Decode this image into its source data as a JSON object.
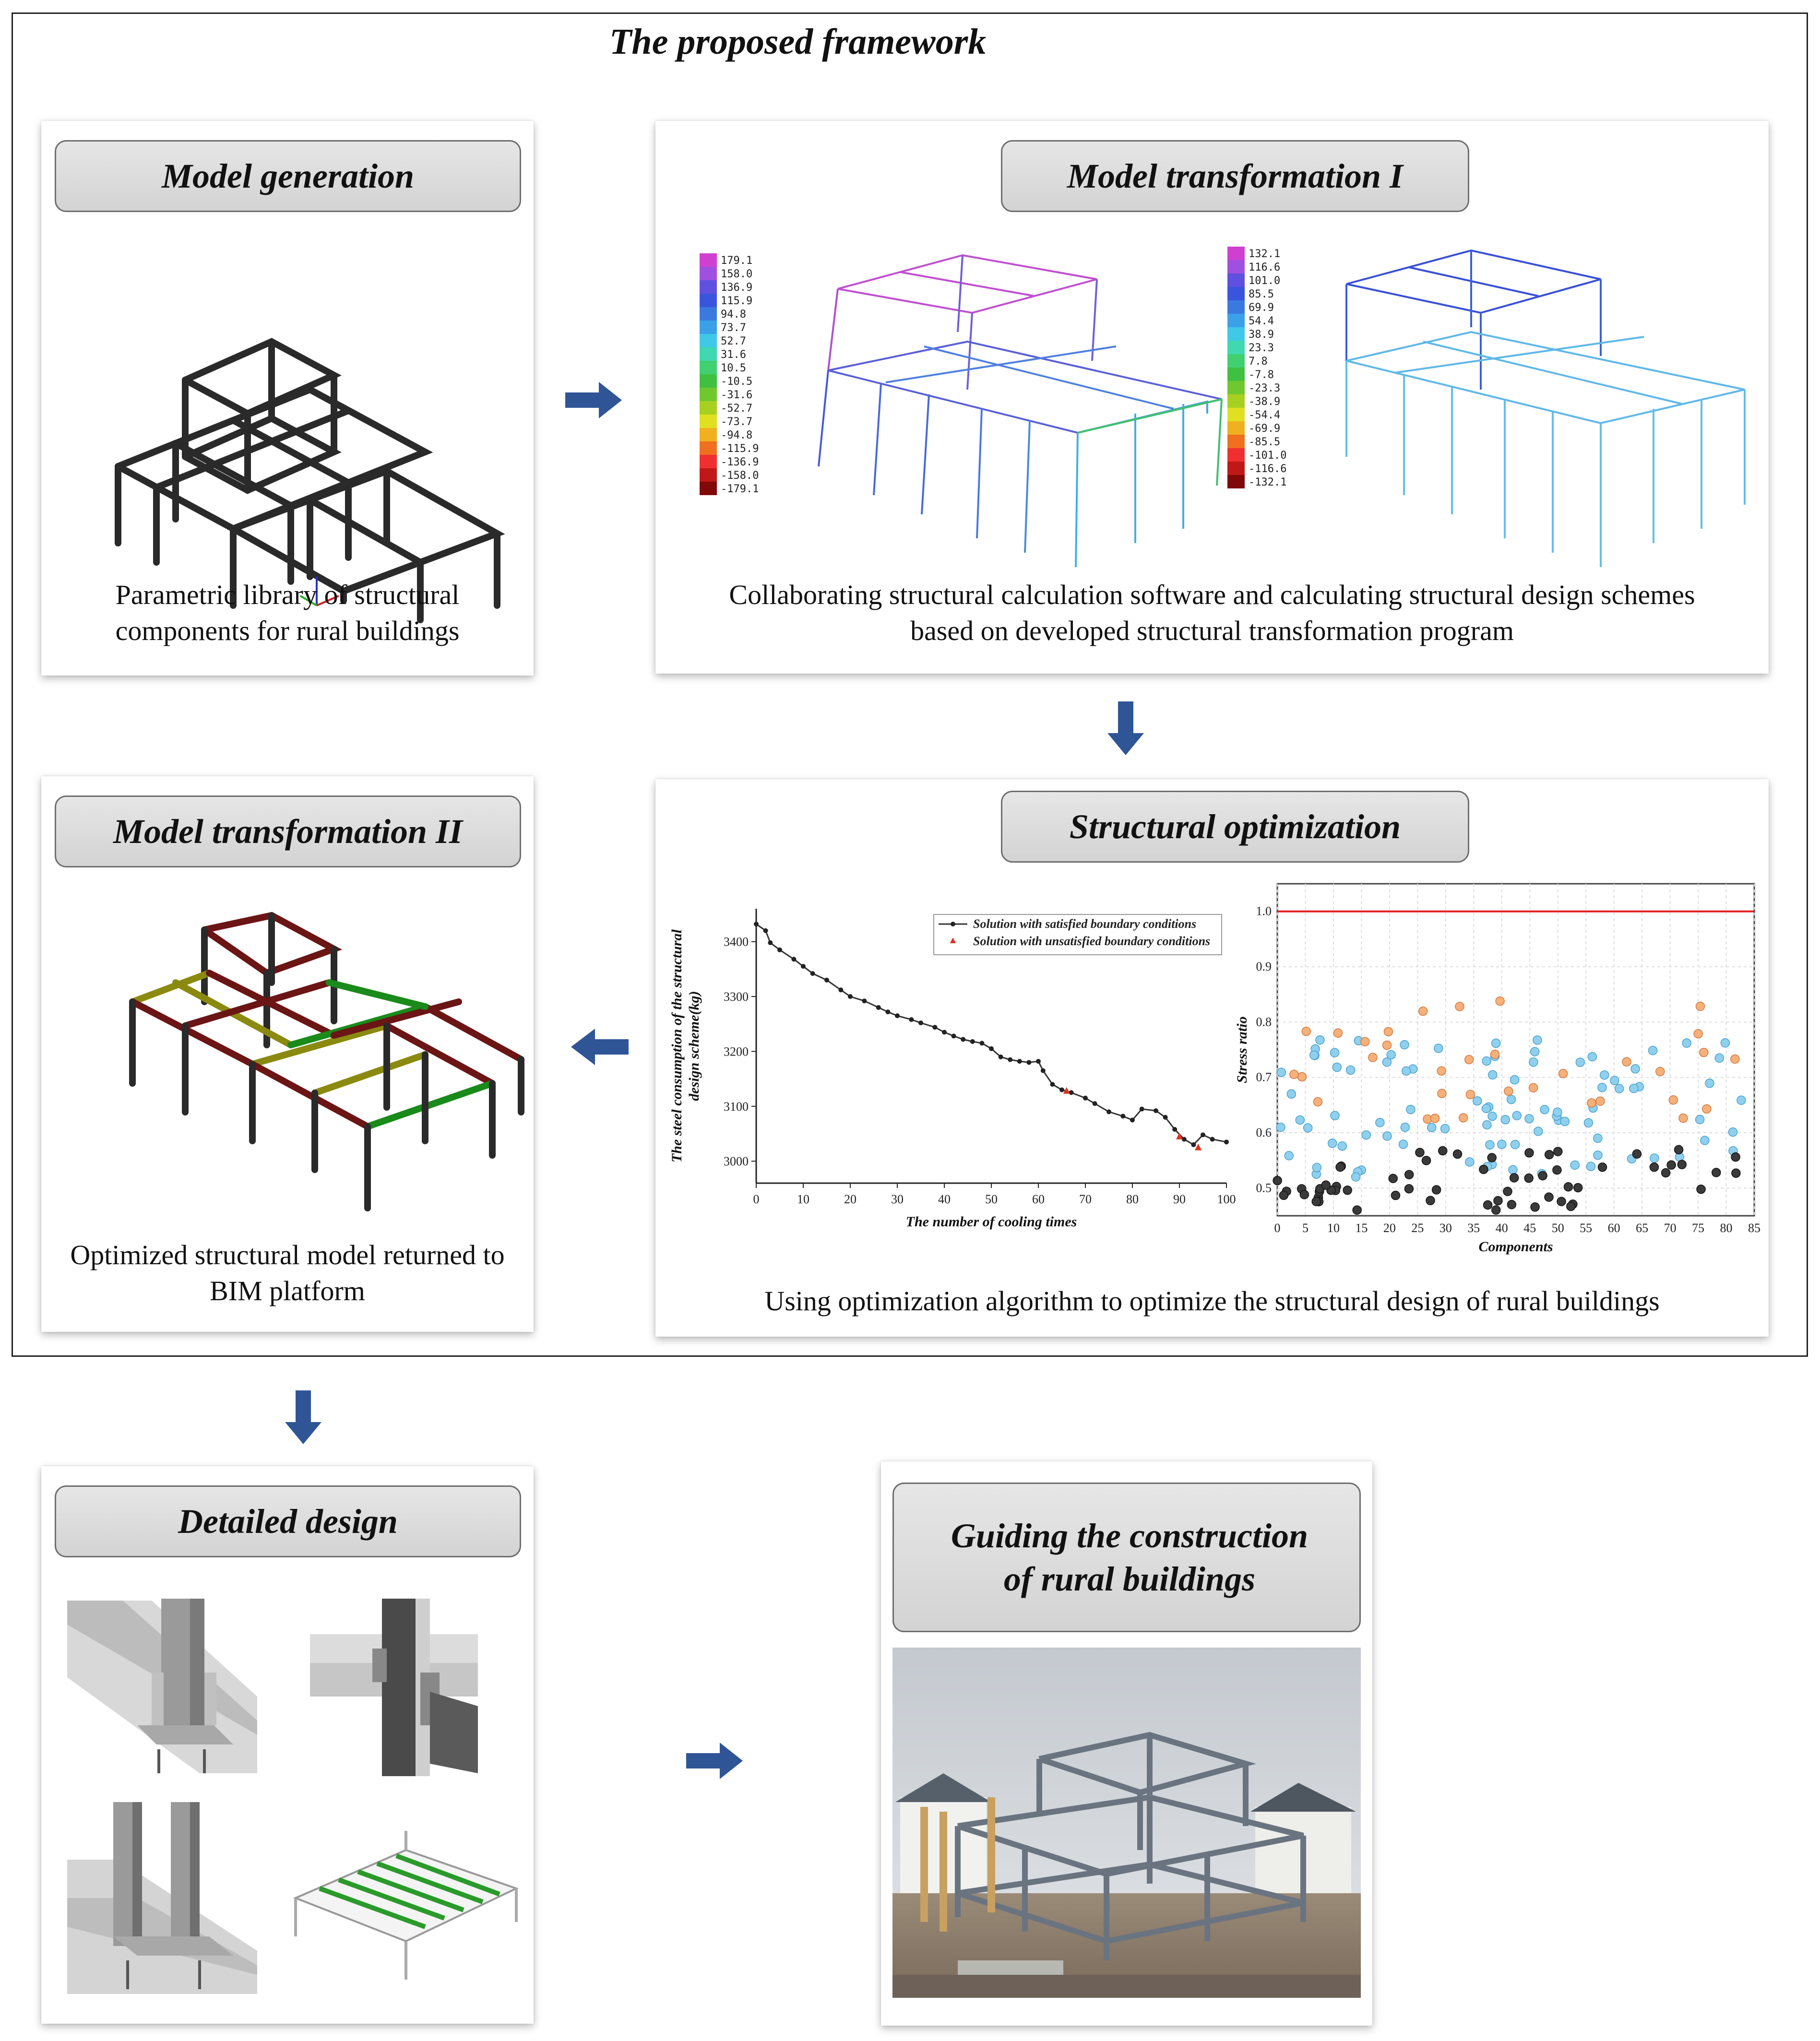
{
  "title": "The proposed framework",
  "panels": {
    "model_generation": {
      "header": "Model generation",
      "caption_lines": [
        "Parametric library of structural",
        "components for rural buildings"
      ]
    },
    "model_transformation_1": {
      "header": "Model transformation I",
      "caption_lines": [
        "Collaborating structural calculation software and calculating structural design schemes",
        "based on developed structural transformation program"
      ],
      "legend_left": [
        "179.1",
        "158.0",
        "136.9",
        "115.9",
        "94.8",
        "73.7",
        "52.7",
        "31.6",
        "10.5",
        "-10.5",
        "-31.6",
        "-52.7",
        "-73.7",
        "-94.8",
        "-115.9",
        "-136.9",
        "-158.0",
        "-179.1"
      ],
      "legend_right": [
        "132.1",
        "116.6",
        "101.0",
        "85.5",
        "69.9",
        "54.4",
        "38.9",
        "23.3",
        "7.8",
        "-7.8",
        "-23.3",
        "-38.9",
        "-54.4",
        "-69.9",
        "-85.5",
        "-101.0",
        "-116.6",
        "-132.1"
      ]
    },
    "structural_optimization": {
      "header": "Structural optimization",
      "caption": "Using optimization algorithm to optimize the structural design of rural buildings"
    },
    "model_transformation_2": {
      "header": "Model transformation II",
      "caption_lines": [
        "Optimized structural model returned to",
        "BIM platform"
      ]
    },
    "detailed_design": {
      "header": "Detailed design"
    },
    "guiding_construction": {
      "header_lines": [
        "Guiding the construction",
        "of rural buildings"
      ]
    }
  },
  "colors": {
    "arrow": "#2f5597",
    "limit_line": "#e02020",
    "satisfied": "#222222",
    "unsatisfied": "#e03020"
  },
  "chart_data": [
    {
      "type": "line",
      "xlabel": "The number of cooling times",
      "ylabel_lines": [
        "The steel consumption of the structural",
        "design scheme(kg)"
      ],
      "xlim": [
        0,
        100
      ],
      "ylim": [
        2960,
        3460
      ],
      "xticks": [
        0,
        10,
        20,
        30,
        40,
        50,
        60,
        70,
        80,
        90,
        100
      ],
      "yticks": [
        3000,
        3100,
        3200,
        3300,
        3400
      ],
      "series": [
        {
          "name": "Solution with satisfied boundary conditions",
          "x": [
            0,
            2,
            3,
            5,
            8,
            10,
            12,
            15,
            18,
            20,
            23,
            26,
            28,
            30,
            33,
            35,
            38,
            40,
            42,
            44,
            46,
            48,
            50,
            52,
            54,
            56,
            58,
            60,
            61,
            63,
            65,
            67,
            70,
            72,
            75,
            78,
            80,
            82,
            85,
            87,
            89,
            91,
            93,
            95,
            97,
            100
          ],
          "y": [
            3432,
            3420,
            3398,
            3385,
            3368,
            3355,
            3342,
            3330,
            3312,
            3300,
            3292,
            3280,
            3272,
            3265,
            3258,
            3252,
            3244,
            3235,
            3228,
            3222,
            3218,
            3215,
            3205,
            3190,
            3185,
            3182,
            3180,
            3182,
            3165,
            3140,
            3130,
            3125,
            3115,
            3105,
            3090,
            3082,
            3075,
            3095,
            3092,
            3080,
            3058,
            3040,
            3030,
            3048,
            3040,
            3035
          ]
        },
        {
          "name": "Solution with unsatisfied boundary conditions",
          "x": [
            66,
            90,
            94
          ],
          "y": [
            3128,
            3045,
            3025
          ]
        }
      ]
    },
    {
      "type": "scatter",
      "xlabel": "Components",
      "ylabel": "Stress ratio",
      "xlim": [
        0,
        85
      ],
      "ylim": [
        0.45,
        1.05
      ],
      "xticks": [
        0,
        5,
        10,
        15,
        20,
        25,
        30,
        35,
        40,
        45,
        50,
        55,
        60,
        65,
        70,
        75,
        80,
        85
      ],
      "yticks": [
        0.5,
        0.6,
        0.7,
        0.8,
        0.9,
        1.0
      ],
      "limit": 1.0
    }
  ]
}
